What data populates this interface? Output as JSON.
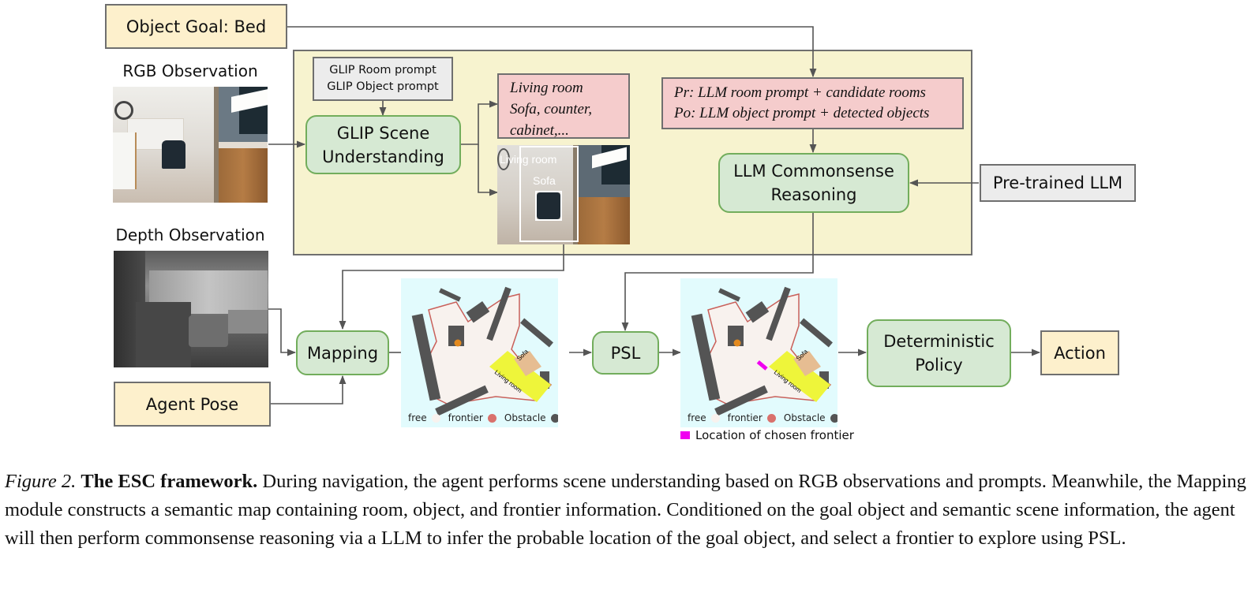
{
  "inputs": {
    "object_goal": "Object Goal: Bed",
    "rgb_title": "RGB Observation",
    "depth_title": "Depth Observation",
    "agent_pose": "Agent Pose"
  },
  "scene_panel": {
    "glip_prompts": [
      "GLIP Room prompt",
      "GLIP Object prompt"
    ],
    "glip_module": [
      "GLIP Scene",
      "Understanding"
    ],
    "detections_text": [
      "Living room",
      "Sofa, counter,",
      "cabinet,..."
    ],
    "detection_image_labels": [
      "Living room",
      "Sofa"
    ],
    "llm_prompts": [
      "Pr: LLM room prompt + candidate rooms",
      "Po: LLM object prompt + detected objects"
    ],
    "llm_module": [
      "LLM Commonsense",
      "Reasoning"
    ]
  },
  "pretrained_llm": "Pre-trained LLM",
  "pipeline": {
    "mapping": "Mapping",
    "psl": "PSL",
    "policy": [
      "Deterministic",
      "Policy"
    ],
    "action": "Action"
  },
  "map": {
    "room_label": "Living room",
    "object_label": "Sofa",
    "legend": [
      {
        "label": "free",
        "color": "#f8f2ee"
      },
      {
        "label": "frontier",
        "color": "#d9716c"
      },
      {
        "label": "Obstacle",
        "color": "#545454"
      }
    ],
    "chosen_frontier_legend": "Location of chosen frontier",
    "chosen_frontier_color": "#f000f0"
  },
  "colors": {
    "input_box": "#fdf0cc",
    "module_green": "#d6e9d3",
    "module_green_border": "#72ad5c",
    "prompt_pink": "#f5cccc",
    "panel_bg": "#f7f3cf",
    "gray_box": "#ececec",
    "map_bg": "#e2fbfd",
    "room_highlight": "#eef53a",
    "sofa_patch": "#e6bd92"
  },
  "caption": {
    "figure_label": "Figure 2.",
    "title": "The ESC framework.",
    "body": "During navigation, the agent performs scene understanding based on RGB observations and prompts. Meanwhile, the Mapping module constructs a semantic map containing room, object, and frontier information. Conditioned on the goal object and semantic scene information, the agent will then perform commonsense reasoning via a LLM to infer the probable location of the goal object, and select a frontier to explore using PSL."
  }
}
